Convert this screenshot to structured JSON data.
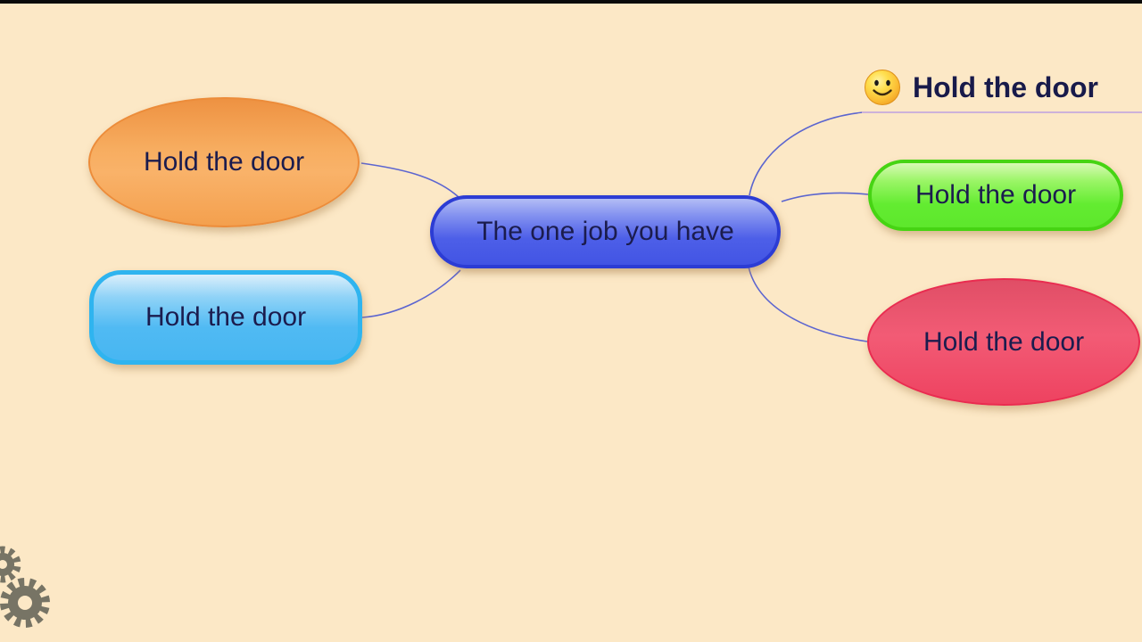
{
  "app": {
    "name": "mind-map-canvas",
    "background_color": "#fce8c6",
    "top_bar_color": "#0a0a0a",
    "connection_color": "#4a57d0",
    "text_color": "#1b1c4e"
  },
  "mindmap": {
    "center": {
      "label": "The one job you have",
      "shape": "rounded-rectangle",
      "fill": "#4d5fe8",
      "border": "#2c3cd4"
    },
    "branches": [
      {
        "label": "Hold the door",
        "shape": "ellipse",
        "fill": "#f6a857",
        "border": "#ec8c3a",
        "position": "top-left"
      },
      {
        "label": "Hold the door",
        "shape": "rounded-rectangle",
        "fill": "#50baf3",
        "border": "#2fb4ef",
        "position": "bottom-left"
      },
      {
        "label": "Hold the door",
        "shape": "text-underline",
        "icon": "smiley-emoji",
        "underline_color": "#cdb2da",
        "position": "top-right"
      },
      {
        "label": "Hold the door",
        "shape": "rounded-rectangle",
        "fill": "#63ec31",
        "border": "#46d413",
        "position": "middle-right"
      },
      {
        "label": "Hold the door",
        "shape": "ellipse",
        "fill": "#ee4260",
        "border": "#e92c50",
        "position": "bottom-right"
      }
    ]
  },
  "controls": {
    "settings_icon": "gears",
    "settings_color": "#6c6b5d"
  }
}
